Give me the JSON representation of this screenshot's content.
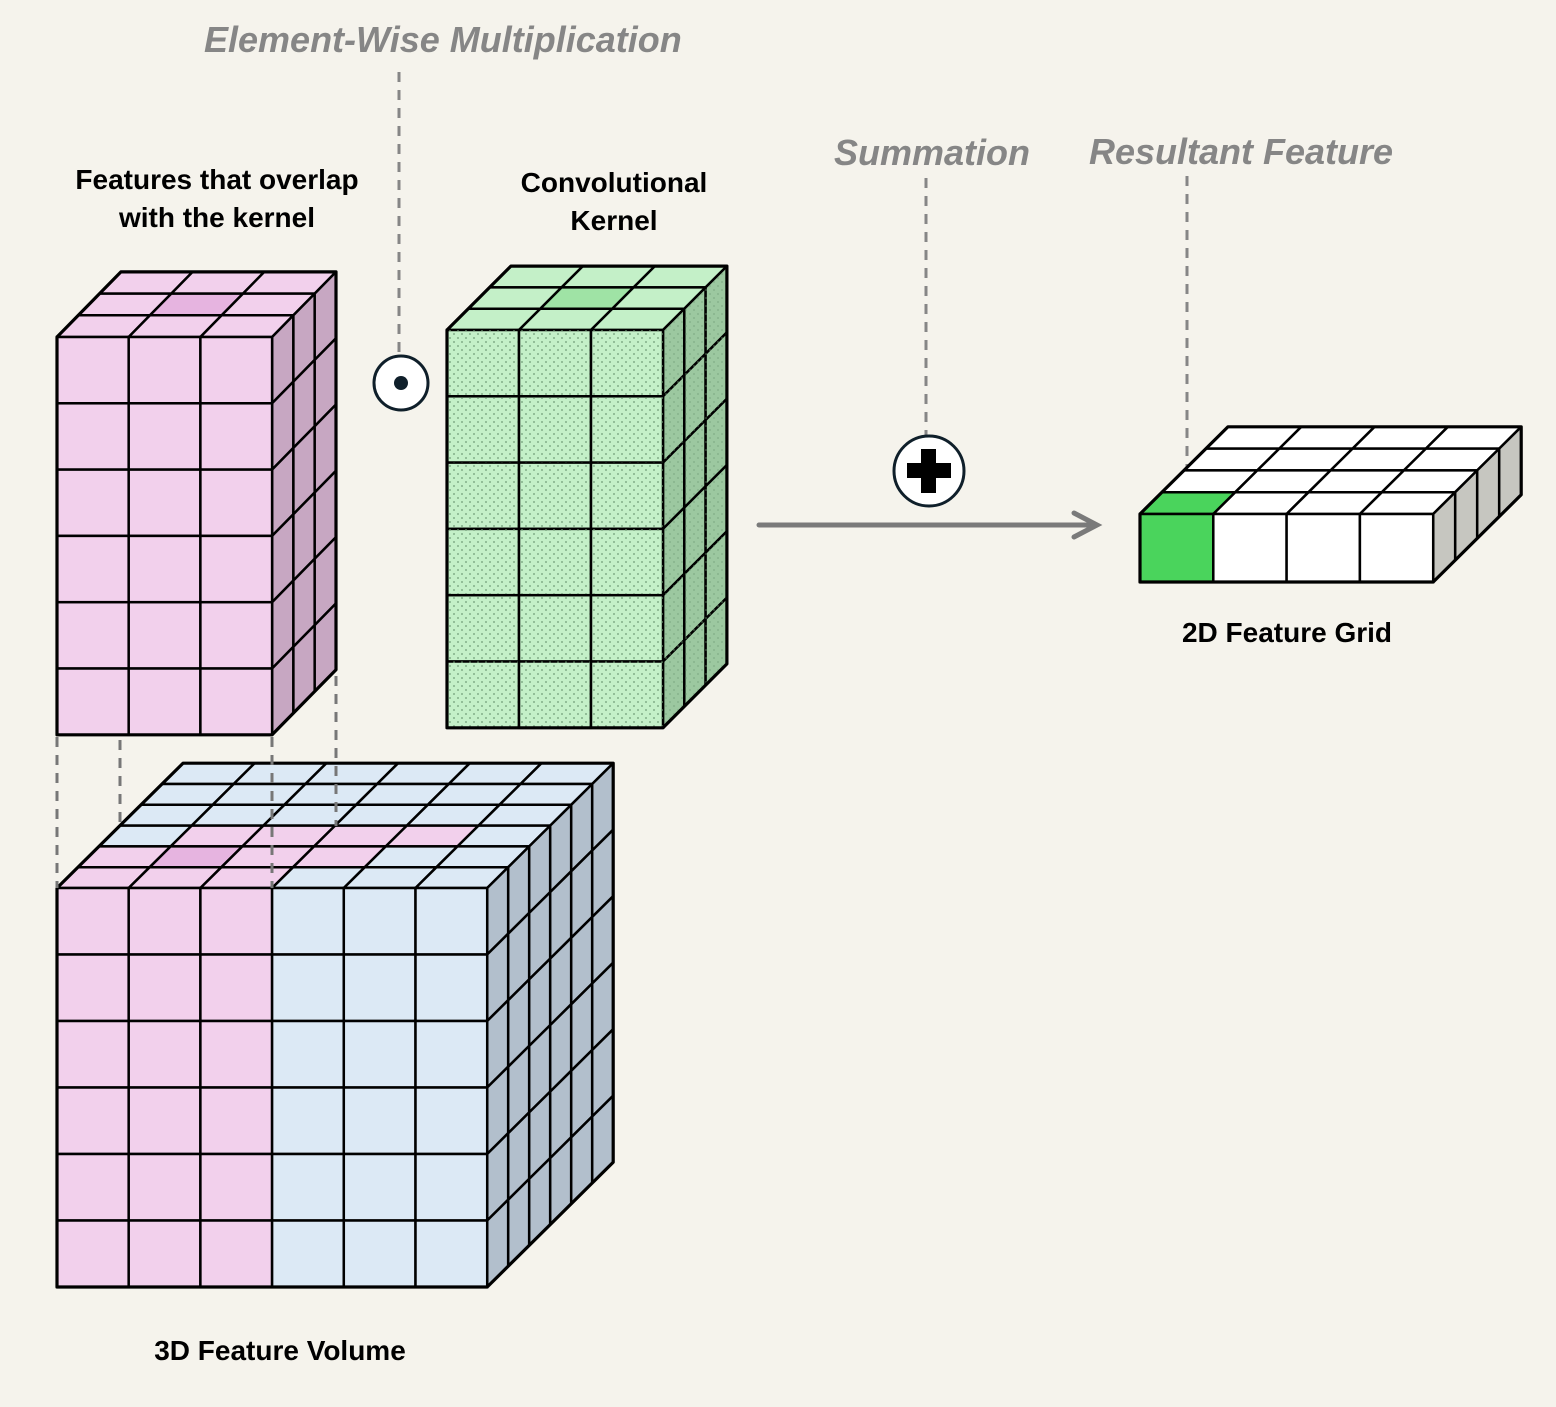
{
  "annotations": {
    "element_wise": "Element-Wise Multiplication",
    "summation": "Summation",
    "resultant": "Resultant Feature"
  },
  "labels": {
    "overlap_line1": "Features that overlap",
    "overlap_line2": "with the kernel",
    "kernel_line1": "Convolutional",
    "kernel_line2": "Kernel",
    "feature_grid": "2D Feature Grid",
    "feature_volume": "3D Feature Volume"
  },
  "operators": {
    "multiply": "dot-operator-icon",
    "sum": "plus-operator-icon",
    "flow": "arrow-right-icon"
  },
  "colors": {
    "background": "#f5f3ec",
    "annotation_text": "#868686",
    "overlap_fill": "#f2d0ec",
    "overlap_side": "#c7a7c2",
    "overlap_highlight": "#e6b4e0",
    "kernel_fill": "#c4f0c8",
    "kernel_side": "#9cc8a0",
    "kernel_highlight": "#9fe3a5",
    "volume_fill": "#dce9f5",
    "volume_side": "#b2bfcc",
    "result_fill": "#ffffff",
    "result_side": "#c6c6c0",
    "result_highlight": "#4ad45c"
  }
}
